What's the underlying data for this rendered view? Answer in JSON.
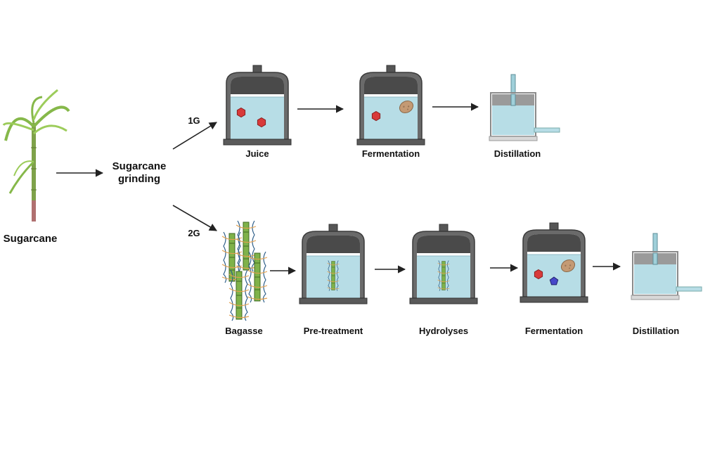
{
  "labels": {
    "sugarcane": "Sugarcane",
    "grinding_line1": "Sugarcane",
    "grinding_line2": "grinding",
    "route_1g": "1G",
    "route_2g": "2G",
    "juice": "Juice",
    "fermentation_1g": "Fermentation",
    "distillation_1g": "Distillation",
    "bagasse": "Bagasse",
    "pretreatment": "Pre-treatment",
    "hydrolyses": "Hydrolyses",
    "fermentation_2g": "Fermentation",
    "distillation_2g": "Distillation"
  },
  "colors": {
    "tank_body": "#5f5f5f",
    "tank_lid": "#4a4a4a",
    "liquid": "#b7dde6",
    "sugar_red": "#d83a3a",
    "yeast_brown": "#c49a74",
    "pentose_blue": "#4747c9",
    "plant_green": "#7fb24a",
    "fiber_orange": "#e1a050",
    "arrow": "#222222"
  }
}
